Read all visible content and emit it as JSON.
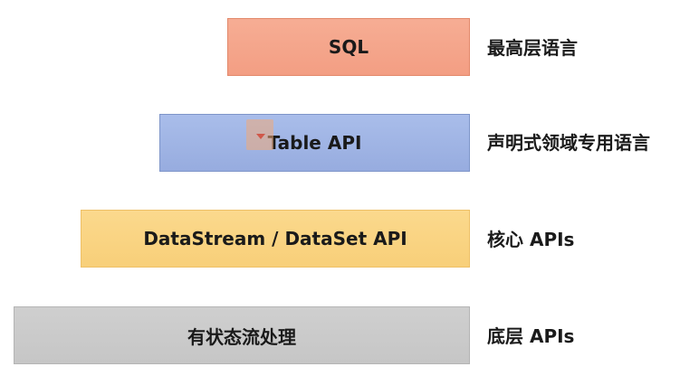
{
  "layers": [
    {
      "label": "SQL",
      "description": "最高层语言"
    },
    {
      "label": "Table API",
      "description": "声明式领域专用语言"
    },
    {
      "label": "DataStream / DataSet API",
      "description": "核心 APIs"
    },
    {
      "label": "有状态流处理",
      "description": "底层 APIs"
    }
  ]
}
